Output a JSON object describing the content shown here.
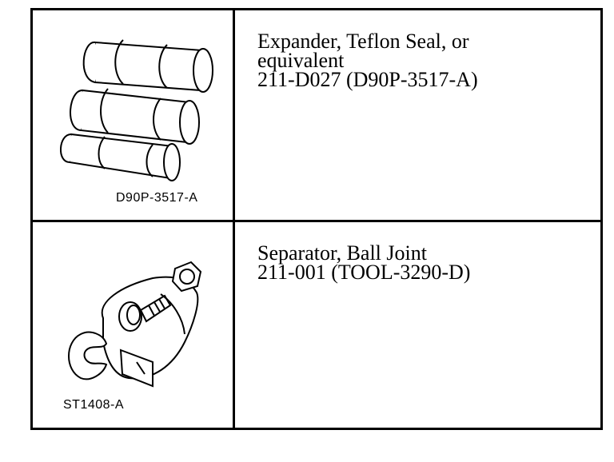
{
  "tools": [
    {
      "figure_label": "D90P-3517-A",
      "description_lines": [
        "Expander, Teflon Seal, or",
        "equivalent",
        "211-D027 (D90P-3517-A)"
      ],
      "icon": "seal-expander-icon"
    },
    {
      "figure_label": "ST1408-A",
      "description_lines": [
        "Separator, Ball Joint",
        "211-001 (TOOL-3290-D)"
      ],
      "icon": "ball-joint-separator-icon"
    }
  ]
}
